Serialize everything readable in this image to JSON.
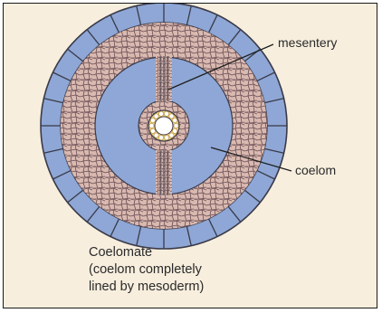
{
  "labels": {
    "mesentery": "mesentery",
    "coelom": "coelom"
  },
  "caption": {
    "line1": "Coelomate",
    "line2": "(coelom completely",
    "line3": "lined by mesoderm)"
  },
  "colors": {
    "background": "#f7eede",
    "ectoderm": "#8ea7d6",
    "mesoderm": "#d9b9b0",
    "mesoderm_lines": "#6b4f55",
    "endoderm": "#f0d27a",
    "outline": "#3a3a48"
  }
}
